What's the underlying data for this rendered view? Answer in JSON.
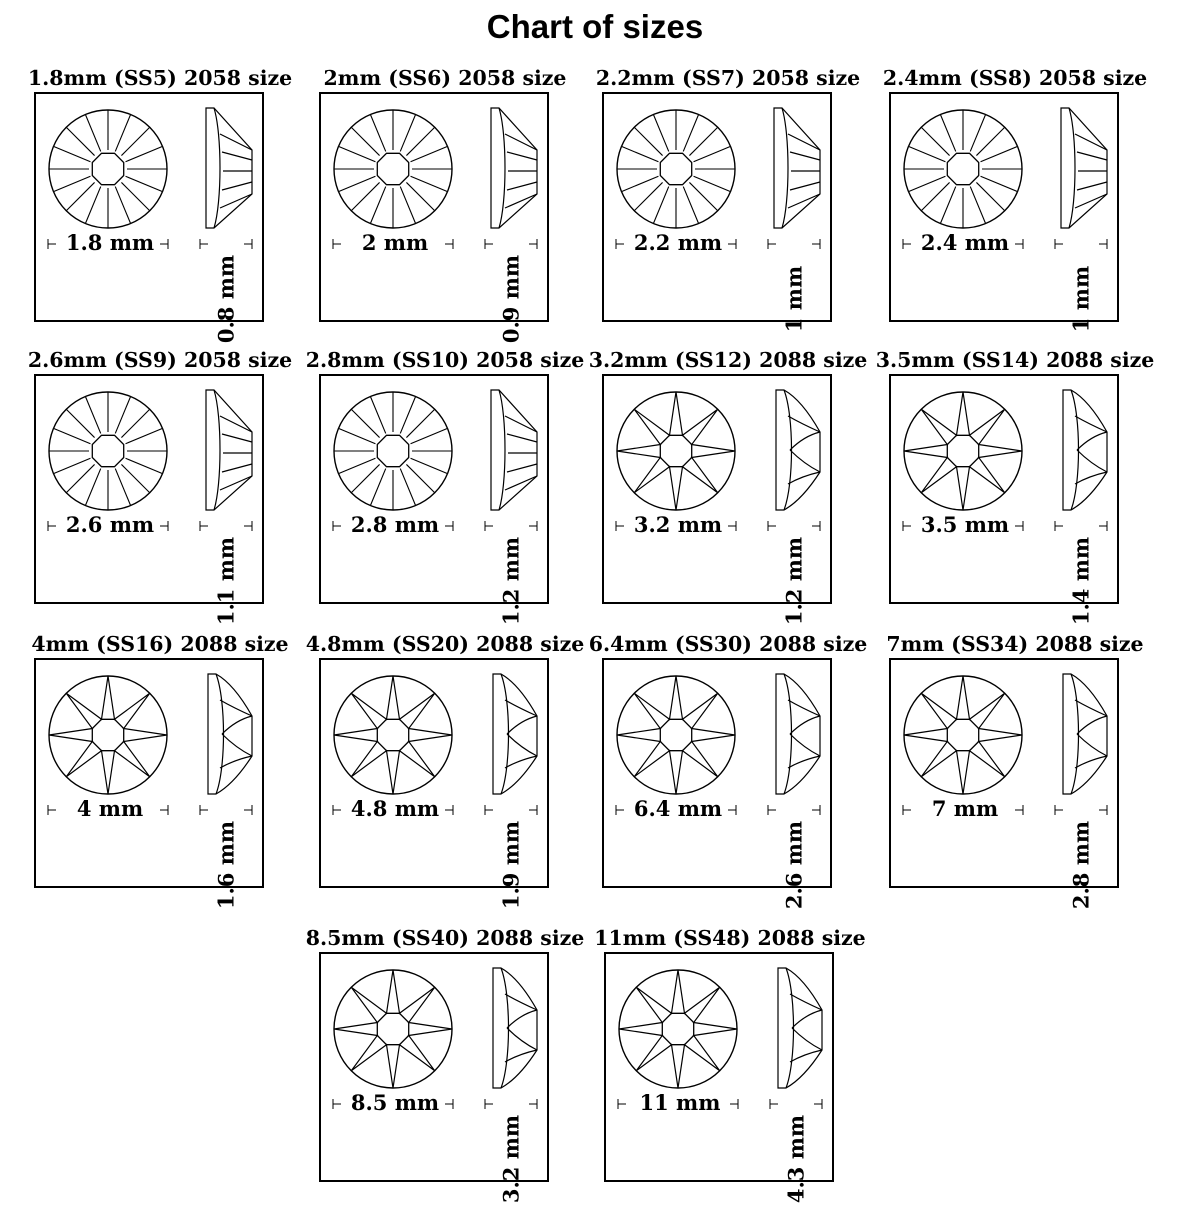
{
  "title": "Chart of sizes",
  "items": [
    {
      "label": "1.8mm (SS5) 2058 size",
      "diameter": "1.8 mm",
      "height": "0.8 mm",
      "cut": "2058"
    },
    {
      "label": "2mm (SS6) 2058 size",
      "diameter": "2 mm",
      "height": "0.9 mm",
      "cut": "2058"
    },
    {
      "label": "2.2mm (SS7) 2058 size",
      "diameter": "2.2 mm",
      "height": "1 mm",
      "cut": "2058"
    },
    {
      "label": "2.4mm (SS8) 2058 size",
      "diameter": "2.4 mm",
      "height": "1 mm",
      "cut": "2058"
    },
    {
      "label": "2.6mm (SS9) 2058 size",
      "diameter": "2.6 mm",
      "height": "1.1 mm",
      "cut": "2058"
    },
    {
      "label": "2.8mm (SS10) 2058 size",
      "diameter": "2.8 mm",
      "height": "1.2 mm",
      "cut": "2058"
    },
    {
      "label": "3.2mm (SS12) 2088 size",
      "diameter": "3.2 mm",
      "height": "1.2 mm",
      "cut": "2088"
    },
    {
      "label": "3.5mm (SS14) 2088 size",
      "diameter": "3.5 mm",
      "height": "1.4 mm",
      "cut": "2088"
    },
    {
      "label": "4mm (SS16) 2088 size",
      "diameter": "4 mm",
      "height": "1.6 mm",
      "cut": "2088"
    },
    {
      "label": "4.8mm (SS20) 2088 size",
      "diameter": "4.8 mm",
      "height": "1.9 mm",
      "cut": "2088"
    },
    {
      "label": "6.4mm (SS30) 2088 size",
      "diameter": "6.4 mm",
      "height": "2.6 mm",
      "cut": "2088"
    },
    {
      "label": "7mm (SS34) 2088 size",
      "diameter": "7 mm",
      "height": "2.8 mm",
      "cut": "2088"
    },
    {
      "label": "8.5mm (SS40) 2088 size",
      "diameter": "8.5 mm",
      "height": "3.2 mm",
      "cut": "2088"
    },
    {
      "label": "11mm (SS48) 2088 size",
      "diameter": "11 mm",
      "height": "4.3 mm",
      "cut": "2088"
    }
  ]
}
